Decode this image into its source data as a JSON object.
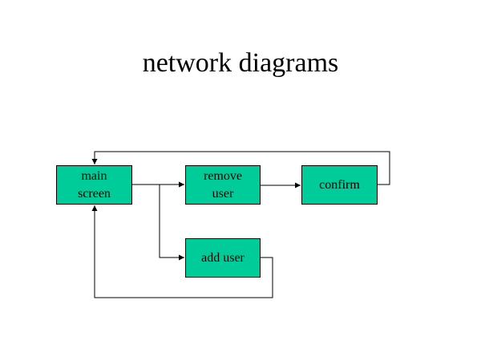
{
  "title": "network diagrams",
  "colors": {
    "node_fill": "#00cc99",
    "node_border": "#000000",
    "connector": "#000000"
  },
  "nodes": [
    {
      "id": "main-screen",
      "label": "main\nscreen"
    },
    {
      "id": "remove-user",
      "label": "remove\nuser"
    },
    {
      "id": "confirm",
      "label": "confirm"
    },
    {
      "id": "add-user",
      "label": "add user"
    }
  ],
  "edges": [
    {
      "from": "main-screen",
      "to": "remove-user"
    },
    {
      "from": "main-screen",
      "to": "add-user"
    },
    {
      "from": "remove-user",
      "to": "confirm"
    },
    {
      "from": "confirm",
      "to": "main-screen"
    },
    {
      "from": "add-user",
      "to": "main-screen"
    }
  ]
}
